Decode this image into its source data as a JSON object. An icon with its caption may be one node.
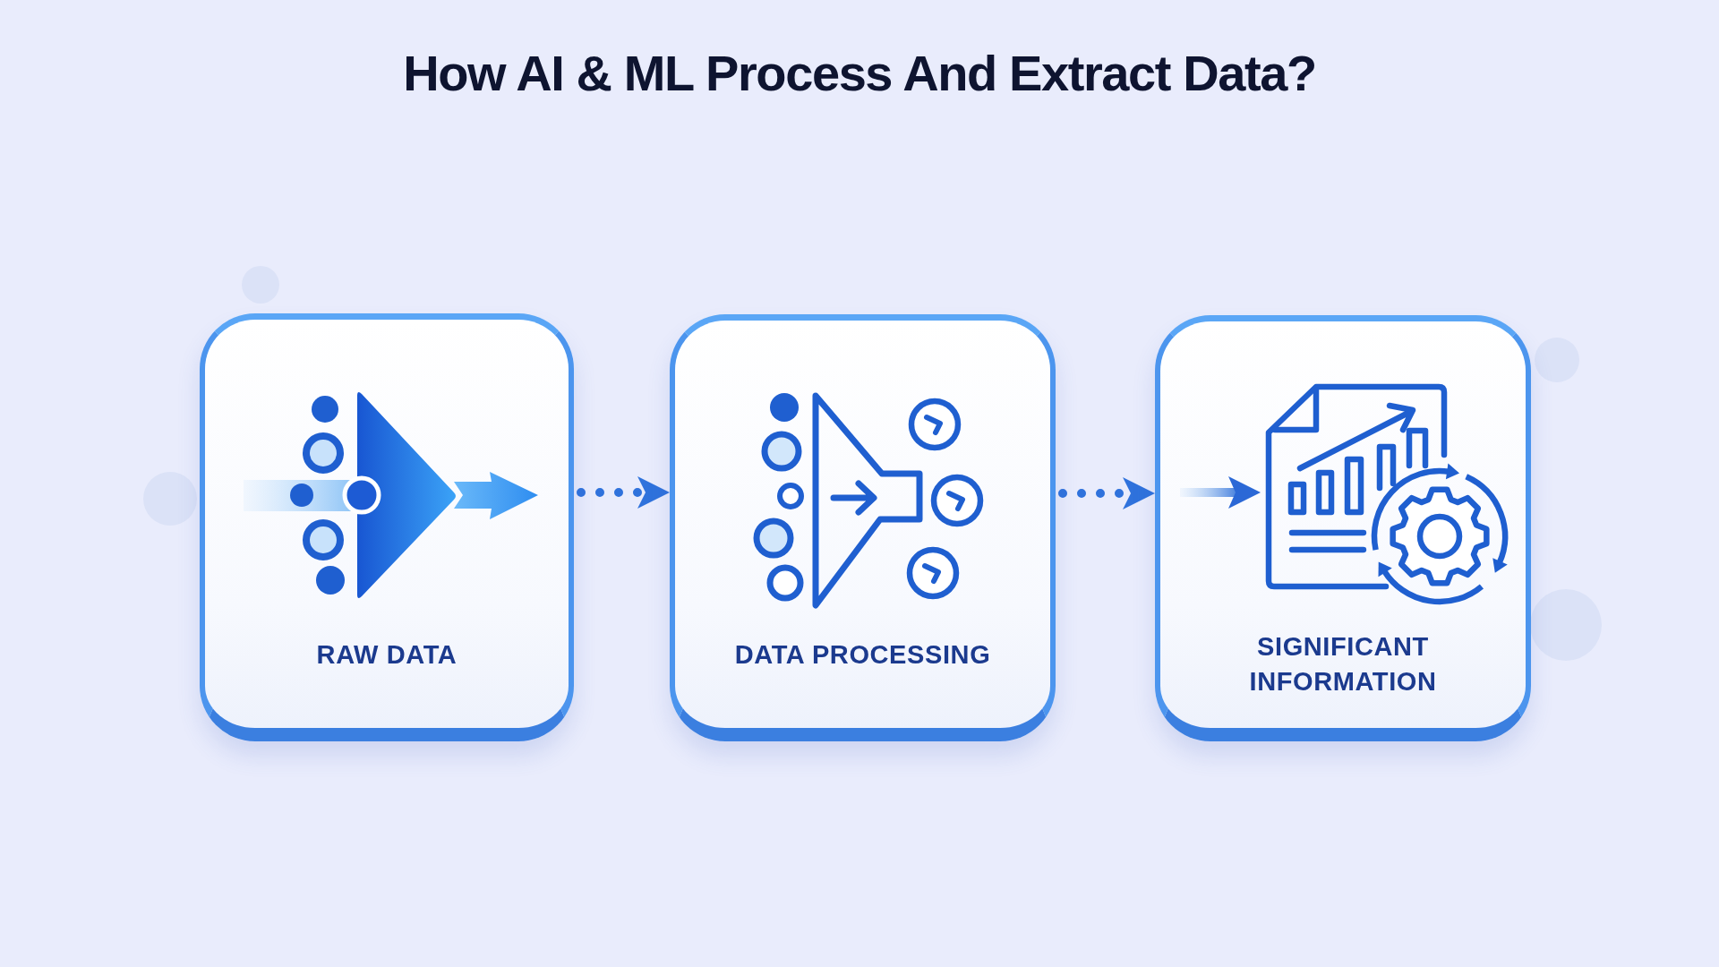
{
  "diagram": {
    "title": "How AI & ML Process And Extract Data?",
    "nodes": [
      {
        "text": [
          "RAW DATA"
        ]
      },
      {
        "text": [
          "DATA PROCESSING"
        ]
      },
      {
        "text": [
          "SIGNIFICANT INFORMATION"
        ]
      }
    ],
    "edges": [
      {
        "from": 0,
        "to": 1,
        "arrow": "to",
        "style": "dashed"
      },
      {
        "from": 1,
        "to": 2,
        "arrow": "to",
        "style": "dashed"
      }
    ]
  }
}
